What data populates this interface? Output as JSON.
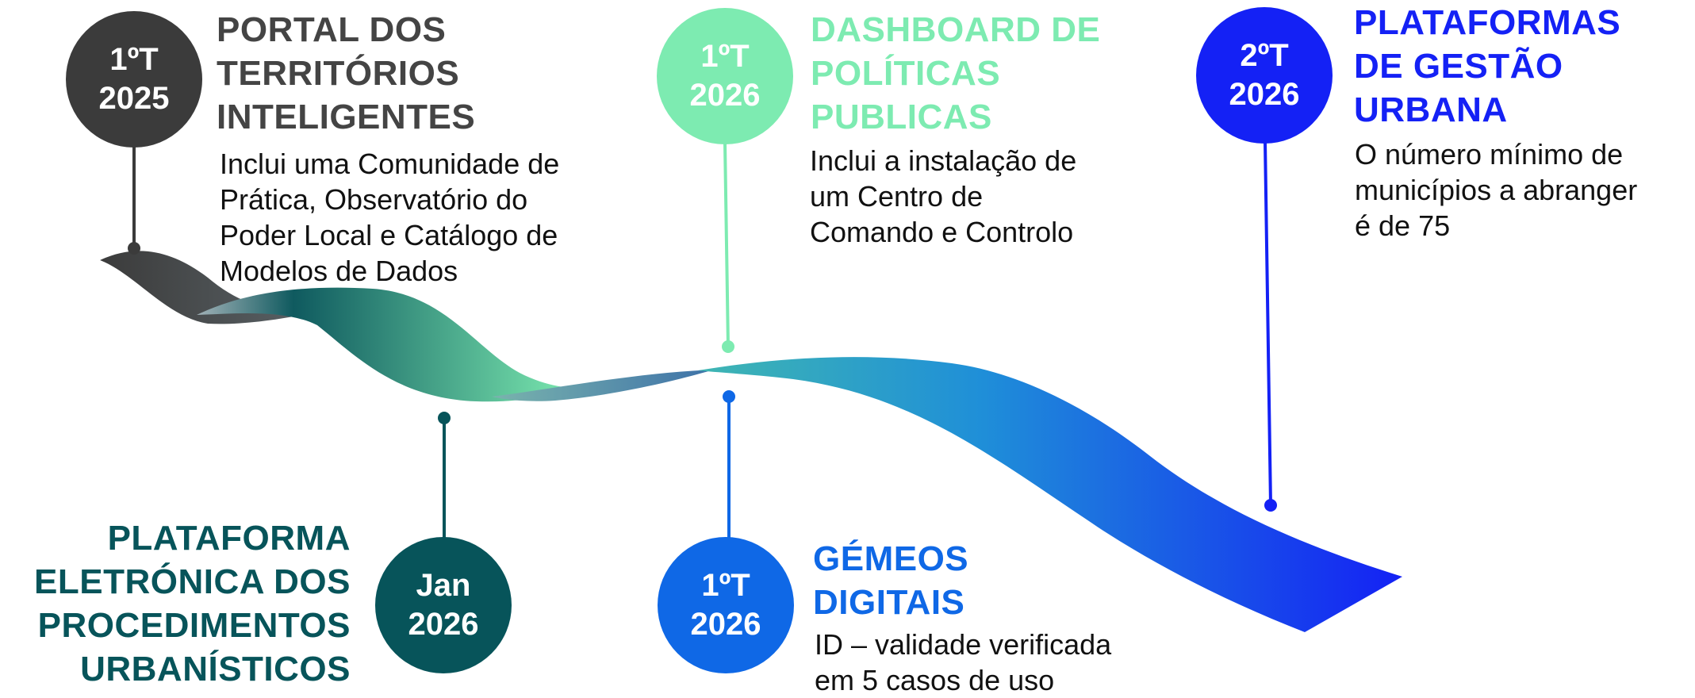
{
  "colors": {
    "dark": "#3b3b3b",
    "teal": "#07545a",
    "mint": "#7debb1",
    "blue": "#0f68e6",
    "deep_blue": "#1421f5"
  },
  "milestones": [
    {
      "id": "portal",
      "date_lines": [
        "1ºT",
        "2025"
      ],
      "title_lines": [
        "PORTAL DOS",
        "TERRITÓRIOS",
        "INTELIGENTES"
      ],
      "desc_lines": [
        "Inclui uma Comunidade de",
        "Prática, Observatório do",
        "Poder Local e Catálogo de",
        "Modelos de Dados"
      ],
      "color": "#3b3b3b"
    },
    {
      "id": "plataforma-eletronica",
      "date_lines": [
        "Jan",
        "2026"
      ],
      "title_lines": [
        "PLATAFORMA",
        "ELETRÓNICA DOS",
        "PROCEDIMENTOS",
        "URBANÍSTICOS"
      ],
      "desc_lines": [],
      "color": "#07545a"
    },
    {
      "id": "dashboard",
      "date_lines": [
        "1ºT",
        "2026"
      ],
      "title_lines": [
        "DASHBOARD DE",
        "POLÍTICAS",
        "PUBLICAS"
      ],
      "desc_lines": [
        "Inclui a instalação de",
        "um Centro de",
        "Comando e Controlo"
      ],
      "color": "#7debb1"
    },
    {
      "id": "gemeos",
      "date_lines": [
        "1ºT",
        "2026"
      ],
      "title_lines": [
        "GÉMEOS",
        "DIGITAIS"
      ],
      "desc_lines": [
        "ID – validade verificada",
        "em 5 casos de uso"
      ],
      "color": "#0f68e6"
    },
    {
      "id": "plataformas-gestao",
      "date_lines": [
        "2ºT",
        "2026"
      ],
      "title_lines": [
        "PLATAFORMAS",
        "DE GESTÃO",
        "URBANA"
      ],
      "desc_lines": [
        "O número mínimo de",
        "municípios a abranger",
        "é de 75"
      ],
      "color": "#1421f5"
    }
  ]
}
